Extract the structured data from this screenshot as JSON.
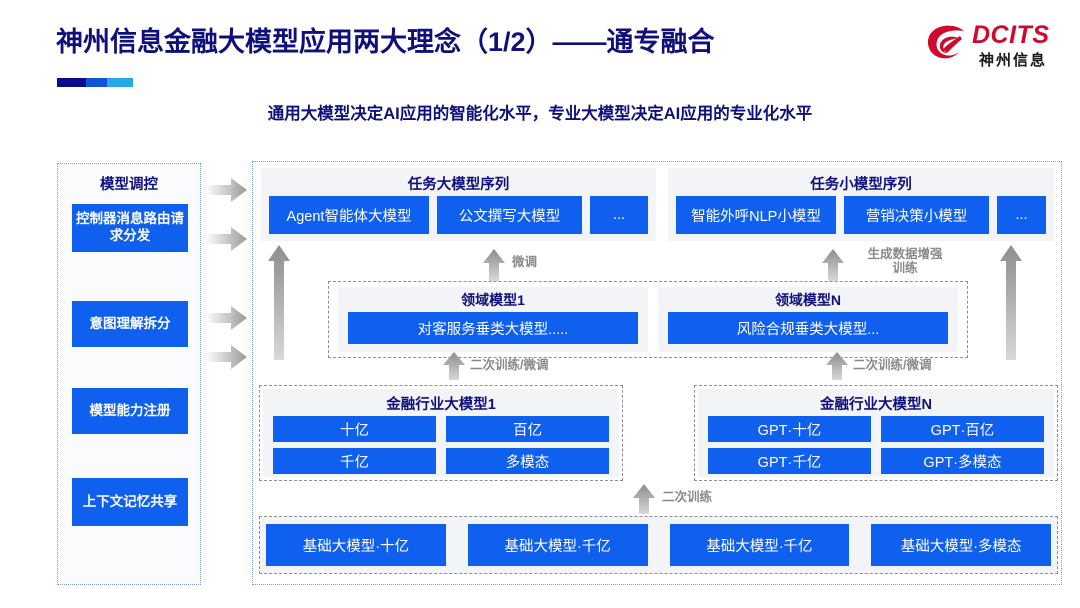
{
  "header": {
    "title": "神州信息金融大模型应用两大理念（1/2）——通专融合",
    "subtitle": "通用大模型决定AI应用的智能化水平，专业大模型决定AI应用的专业化水平",
    "logo_en": "DCITS",
    "logo_cn": "神州信息",
    "accent_navy": "#10107a",
    "accent_blue": "#1060f0",
    "accent_red": "#cf0a2c"
  },
  "control_panel": {
    "title": "模型调控",
    "items": [
      {
        "label": "控制器消息路由请求分发"
      },
      {
        "label": "意图理解拆分"
      },
      {
        "label": "模型能力注册"
      },
      {
        "label": "上下文记忆共享"
      }
    ]
  },
  "task_sequences": [
    {
      "title": "任务大模型序列",
      "chips": [
        "Agent智能体大模型",
        "公文撰写大模型",
        "..."
      ]
    },
    {
      "title": "任务小模型序列",
      "chips": [
        "智能外呼NLP小模型",
        "营销决策小模型",
        "..."
      ]
    }
  ],
  "domain_models": [
    {
      "title": "领域模型1",
      "chip": "对客服务垂类大模型....."
    },
    {
      "title": "领域模型N",
      "chip": "风险合规垂类大模型..."
    }
  ],
  "industry_models": [
    {
      "title": "金融行业大模型1",
      "cells": [
        "十亿",
        "百亿",
        "千亿",
        "多模态"
      ]
    },
    {
      "title": "金融行业大模型N",
      "cells": [
        "GPT·十亿",
        "GPT·百亿",
        "GPT·千亿",
        "GPT·多模态"
      ]
    }
  ],
  "foundation_models": {
    "cells": [
      "基础大模型·十亿",
      "基础大模型·千亿",
      "基础大模型·千亿",
      "基础大模型·多模态"
    ]
  },
  "flow_captions": {
    "fine_tune": "微调",
    "data_aug_line1": "生成数据增强",
    "data_aug_line2": "训练",
    "retrain_finetune_left": "二次训练/微调",
    "retrain_finetune_right": "二次训练/微调",
    "retrain": "二次训练"
  }
}
